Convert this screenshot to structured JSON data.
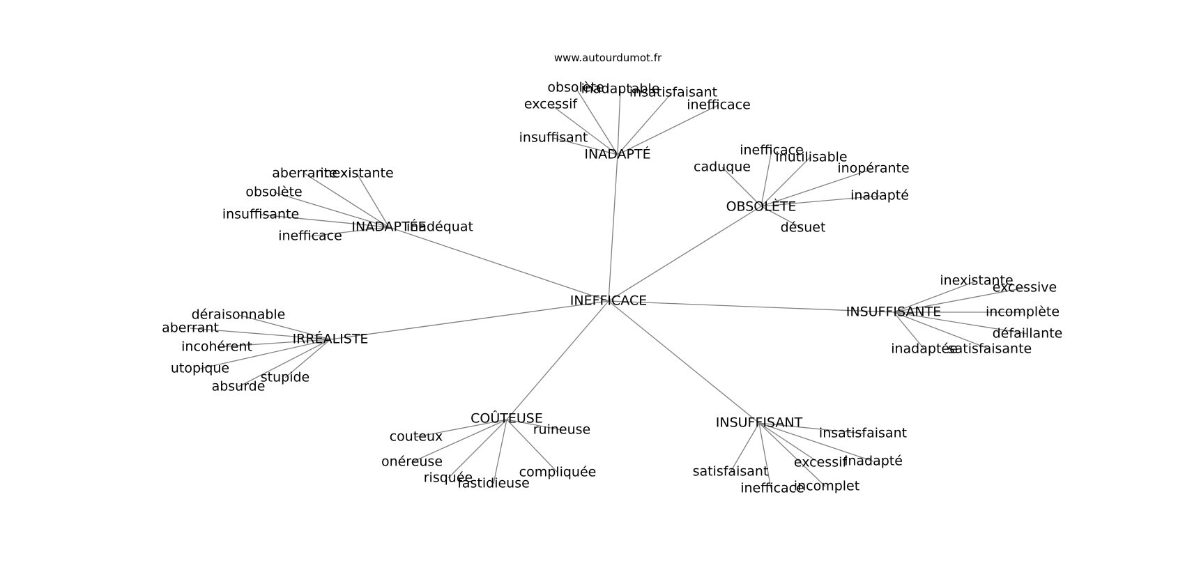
{
  "source_label": "www.autourdumot.fr",
  "center": "INEFFICACE",
  "groups": [
    {
      "key": "inadapte_m",
      "label": "INADAPTÉ",
      "words": [
        "obsolète",
        "inadaptable",
        "insatisfaisant",
        "inefficace",
        "excessif",
        "insuffisant"
      ]
    },
    {
      "key": "inadaptee_f",
      "label": "INADAPTÉE",
      "words": [
        "aberrante",
        "inexistante",
        "obsolète",
        "insuffisante",
        "inefficace"
      ]
    },
    {
      "key": "inadequat",
      "label": "inadéquat",
      "words": []
    },
    {
      "key": "obsolete",
      "label": "OBSOLÈTE",
      "words": [
        "inefficace",
        "inutilisable",
        "caduque",
        "inopérante",
        "inadapté",
        "désuet"
      ]
    },
    {
      "key": "insuffisante",
      "label": "INSUFFISANTE",
      "words": [
        "inexistante",
        "excessive",
        "incomplète",
        "défaillante",
        "inadaptée",
        "satisfaisante"
      ]
    },
    {
      "key": "irrealiste",
      "label": "IRRÉALISTE",
      "words": [
        "déraisonnable",
        "aberrant",
        "incohérent",
        "utopique",
        "stupide",
        "absurde"
      ]
    },
    {
      "key": "couteuse",
      "label": "COÛTEUSE",
      "words": [
        "couteux",
        "ruineuse",
        "onéreuse",
        "risquée",
        "fastidieuse",
        "compliquée"
      ]
    },
    {
      "key": "insuffisant",
      "label": "INSUFFISANT",
      "words": [
        "insatisfaisant",
        "satisfaisant",
        "excessif",
        "inadapté",
        "inefficace",
        "incomplet"
      ]
    }
  ],
  "colors": {
    "edge": "#808080",
    "text": "#000000",
    "background": "#ffffff"
  }
}
